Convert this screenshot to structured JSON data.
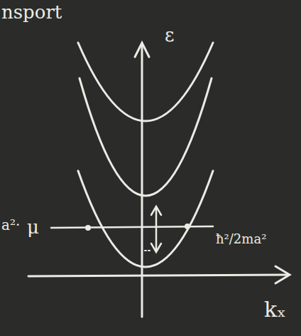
{
  "diagram": {
    "labels": [
      "nsport",
      "ε",
      "a²·",
      "μ",
      "ħ²/2ma²",
      "kₓ"
    ]
  }
}
